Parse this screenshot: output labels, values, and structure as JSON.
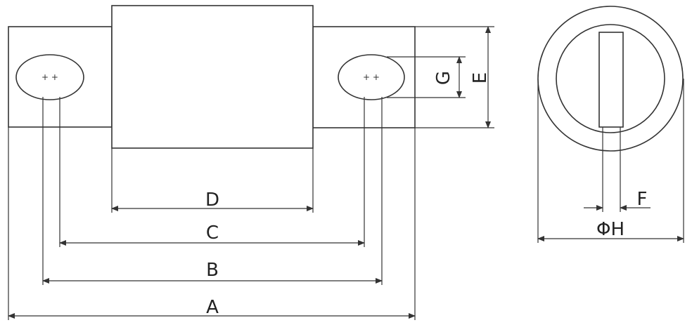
{
  "dimensions": {
    "A": "A",
    "B": "B",
    "C": "C",
    "D": "D",
    "E": "E",
    "F": "F",
    "G": "G",
    "H": "ΦH"
  },
  "terminal_marks": "+ +"
}
